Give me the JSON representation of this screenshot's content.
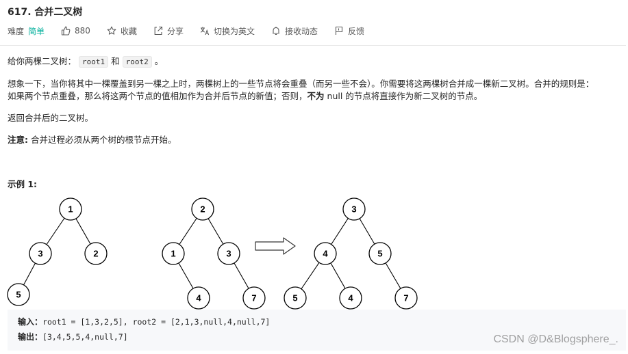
{
  "title": "617. 合并二叉树",
  "toolbar": {
    "difficulty_label": "难度",
    "difficulty_value": "简单",
    "like_count": "880",
    "favorite": "收藏",
    "share": "分享",
    "translate": "切换为英文",
    "subscribe": "接收动态",
    "feedback": "反馈"
  },
  "colors": {
    "difficulty_easy": "#00af9b"
  },
  "description": {
    "p1_a": "给你两棵二叉树：",
    "p1_code1": "root1",
    "p1_b": "和",
    "p1_code2": "root2",
    "p1_c": "。",
    "p2_line1": "想象一下，当你将其中一棵覆盖到另一棵之上时，两棵树上的一些节点将会重叠（而另一些不会）。你需要将这两棵树合并成一棵新二叉树。合并的规则是：",
    "p2_line2_a": "如果两个节点重叠，那么将这两个节点的值相加作为合并后节点的新值；否则，",
    "p2_line2_bold": "不为",
    "p2_line2_b": "null 的节点将直接作为新二叉树的节点。",
    "p3": "返回合并后的二叉树。",
    "note_label": "注意:",
    "note_text": "合并过程必须从两个树的根节点开始。"
  },
  "example": {
    "title": "示例 1:",
    "tree1": [
      "1",
      "3",
      "2",
      "5"
    ],
    "tree2": [
      "2",
      "1",
      "3",
      "4",
      "7"
    ],
    "merged": [
      "3",
      "4",
      "5",
      "5",
      "4",
      "7"
    ],
    "input_label": "输入：",
    "input_value": "root1 = [1,3,2,5], root2 = [2,1,3,null,4,null,7]",
    "output_label": "输出：",
    "output_value": "[3,4,5,5,4,null,7]"
  },
  "watermark": "CSDN @D&Blogsphere_."
}
